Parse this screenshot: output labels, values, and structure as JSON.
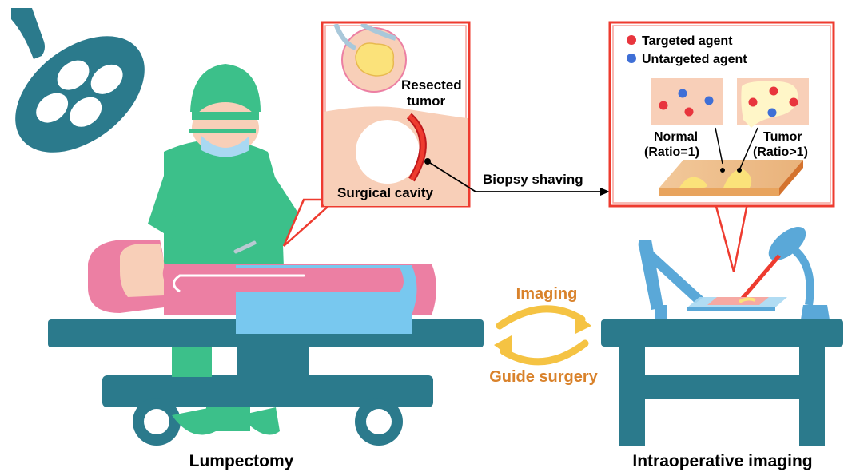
{
  "captions": {
    "left": "Lumpectomy",
    "right": "Intraoperative imaging"
  },
  "inset_left": {
    "resected_line1": "Resected",
    "resected_line2": "tumor",
    "cavity": "Surgical cavity"
  },
  "arrow_label": "Biopsy shaving",
  "inset_right": {
    "legend_targeted": "Targeted agent",
    "legend_untargeted": "Untargeted agent",
    "normal_line1": "Normal",
    "normal_line2": "(Ratio=1)",
    "tumor_line1": "Tumor",
    "tumor_line2": "(Ratio>1)"
  },
  "cycle": {
    "top": "Imaging",
    "bottom": "Guide surgery"
  },
  "colors": {
    "table": "#2b7a8c",
    "surgeon": "#3cc08a",
    "skin": "#f8cfb8",
    "patient_pink": "#ec7fa3",
    "sheet": "#78c8ef",
    "inset_border": "#ee3b2f",
    "cycle_arrow": "#f5c343",
    "cycle_text": "#d9822b",
    "targeted": "#e8353d",
    "untargeted": "#3f6fd6"
  }
}
